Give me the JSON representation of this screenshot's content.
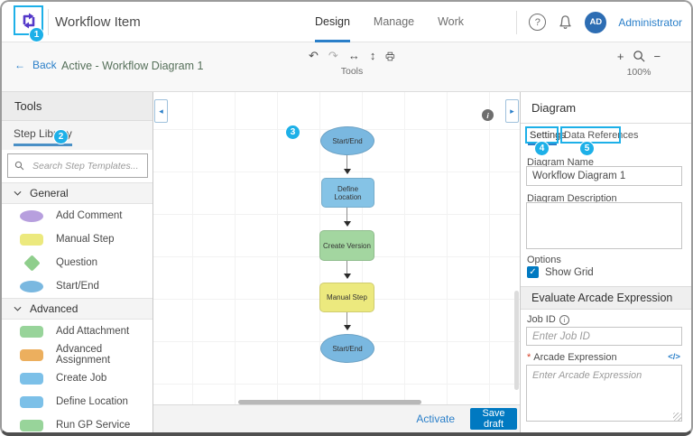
{
  "header": {
    "title": "Workflow Item",
    "tabs": [
      {
        "label": "Design",
        "active": true
      },
      {
        "label": "Manage",
        "active": false
      },
      {
        "label": "Work",
        "active": false
      }
    ],
    "user": {
      "initials": "AD",
      "name": "Administrator"
    }
  },
  "toolbar": {
    "back_label": "Back",
    "back_arrow": "←",
    "diagram_title": "Active - Workflow Diagram 1",
    "tools_label": "Tools",
    "zoom_level": "100%"
  },
  "icons": {
    "undo": "↶",
    "redo": "↷",
    "fit_horizontal": "↔",
    "fit_vertical": "↕",
    "zoom_in": "+",
    "zoom_out": "−",
    "collapse_left": "◂",
    "collapse_right": "▸",
    "help": "?",
    "info": "i",
    "check": "✓",
    "code": "</>",
    "required": "*"
  },
  "callouts": {
    "b1": "1",
    "b2": "2",
    "b3": "3",
    "b4": "4",
    "b5": "5"
  },
  "sidebar": {
    "title": "Tools",
    "tab_label": "Step Library",
    "search_placeholder": "Search Step Templates...",
    "sections": [
      {
        "label": "General",
        "items": [
          {
            "label": "Add Comment",
            "shape": "ellipse",
            "color": "#b79fde"
          },
          {
            "label": "Manual Step",
            "shape": "rect",
            "color": "#ece97e"
          },
          {
            "label": "Question",
            "shape": "diamond",
            "color": "#8fce8c"
          },
          {
            "label": "Start/End",
            "shape": "ellipse",
            "color": "#7ab8e0"
          }
        ]
      },
      {
        "label": "Advanced",
        "items": [
          {
            "label": "Add Attachment",
            "shape": "rect",
            "color": "#98d49a"
          },
          {
            "label": "Advanced Assignment",
            "shape": "rect",
            "color": "#ecaf5e"
          },
          {
            "label": "Create Job",
            "shape": "rect",
            "color": "#7cc0e8"
          },
          {
            "label": "Define Location",
            "shape": "rect",
            "color": "#7cc0e8"
          },
          {
            "label": "Run GP Service",
            "shape": "rect",
            "color": "#98d49a"
          }
        ]
      }
    ]
  },
  "canvas": {
    "nodes": [
      {
        "label": "Start/End",
        "shape": "ellipse",
        "color": "#7ab8e0"
      },
      {
        "label": "Define Location",
        "shape": "rect",
        "color": "#85c3e6"
      },
      {
        "label": "Create Version",
        "shape": "rect",
        "color": "#a3d6a0"
      },
      {
        "label": "Manual Step",
        "shape": "rect",
        "color": "#ece97e"
      },
      {
        "label": "Start/End",
        "shape": "ellipse",
        "color": "#7ab8e0"
      }
    ],
    "footer": {
      "activate_label": "Activate",
      "save_label": "Save draft"
    }
  },
  "panel": {
    "title": "Diagram",
    "tabs": [
      {
        "label": "Settings",
        "active": true
      },
      {
        "label": "Data References",
        "active": false
      }
    ],
    "diagram_name_label": "Diagram Name",
    "diagram_name_value": "Workflow Diagram 1",
    "diagram_description_label": "Diagram Description",
    "options_label": "Options",
    "show_grid_label": "Show Grid",
    "arcade_section_title": "Evaluate Arcade Expression",
    "job_id_label": "Job ID",
    "job_id_placeholder": "Enter Job ID",
    "arcade_label": "Arcade Expression",
    "arcade_placeholder": "Enter Arcade Expression"
  },
  "colors": {
    "accent_blue": "#0079c1",
    "callout_cyan": "#1db0e8",
    "active_state_green": "#56705a",
    "avatar_blue": "#2d6db3"
  }
}
